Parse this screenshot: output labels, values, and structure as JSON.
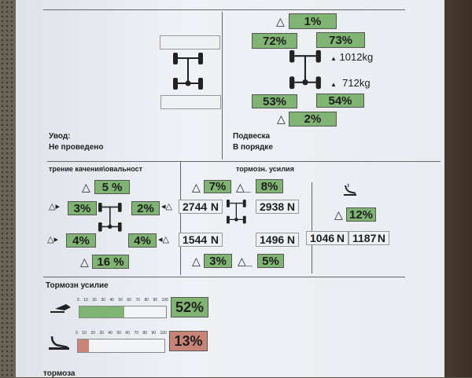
{
  "alignment": {
    "label": "Увод:",
    "status": "Не проведено"
  },
  "suspension": {
    "label": "Подвеска",
    "status": "В порядке",
    "front_delta": "1%",
    "front_left": "72%",
    "front_right": "73%",
    "front_weight": "1012kg",
    "rear_weight": "712kg",
    "rear_left": "53%",
    "rear_right": "54%",
    "rear_delta": "2%"
  },
  "rolling": {
    "title": "трение качения\\овальност",
    "front_delta": "5 %",
    "fl": "3%",
    "fr": "2%",
    "rl": "4%",
    "rr": "4%",
    "rear_delta": "16 %"
  },
  "brake_forces": {
    "title": "тормозн. усилия",
    "front_delta": "7%",
    "front_delta2": "8%",
    "fl_value": "2744",
    "fr_value": "2938",
    "rl_value": "1544",
    "rr_value": "1496",
    "rear_delta": "3%",
    "rear_delta2": "5%",
    "unit": "N",
    "parking": {
      "delta": "12%",
      "left": "1046",
      "right": "1187"
    }
  },
  "brake_effort": {
    "title": "Тормозн усилие",
    "scale": [
      "0",
      "10",
      "20",
      "30",
      "40",
      "50",
      "60",
      "70",
      "80",
      "90",
      "100"
    ],
    "service": {
      "value": 52,
      "label": "52%",
      "color": "#7fb473"
    },
    "parking": {
      "value": 13,
      "label": "13%",
      "color": "#c98377"
    }
  },
  "footer": {
    "title": "тормоза"
  },
  "symbols": {
    "delta": "△"
  }
}
